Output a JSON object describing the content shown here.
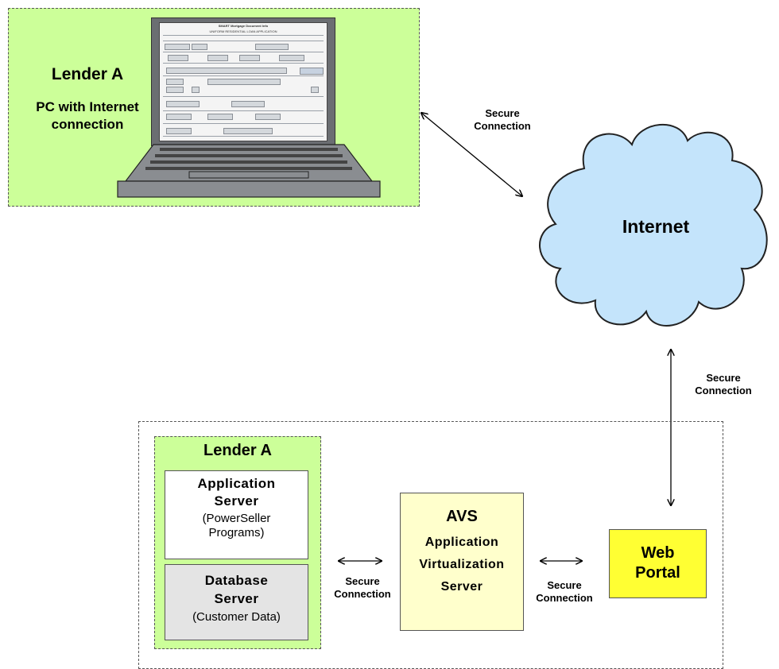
{
  "lender_pc": {
    "title": "Lender A",
    "subtitle_line1": "PC with Internet",
    "subtitle_line2": "connection",
    "screen_header": "SMART Mortgage Document Info",
    "screen_form_title": "UNIFORM RESIDENTIAL LOAN APPLICATION"
  },
  "cloud": {
    "label": "Internet"
  },
  "connections": {
    "top_line1": "Secure",
    "top_line2": "Connection",
    "right_line1": "Secure",
    "right_line2": "Connection",
    "left_line1": "Secure",
    "left_line2": "Connection",
    "mid_line1": "Secure",
    "mid_line2": "Connection"
  },
  "lender_site": {
    "title": "Lender A",
    "app_server": {
      "line1": "Application",
      "line2": "Server",
      "line3": "(PowerSeller",
      "line4": "Programs)"
    },
    "db_server": {
      "line1": "Database",
      "line2": "Server",
      "line3": "(Customer Data)"
    }
  },
  "avs": {
    "title": "AVS",
    "line1": "Application",
    "line2": "Virtualization",
    "line3": "Server"
  },
  "web_portal": {
    "line1": "Web",
    "line2": "Portal"
  }
}
